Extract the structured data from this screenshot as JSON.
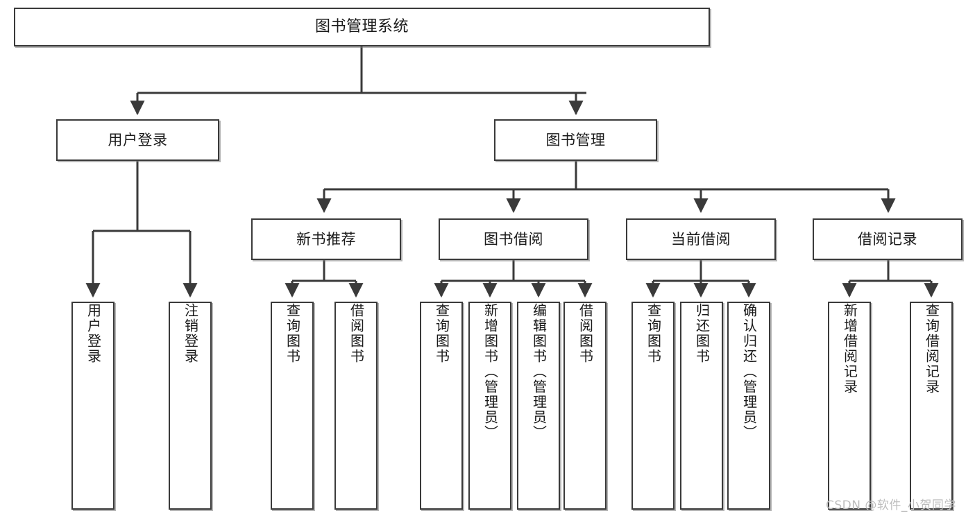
{
  "diagram": {
    "title": "图书管理系统",
    "type": "tree",
    "colors": {
      "stroke": "#3a3a3a",
      "fill": "#ffffff",
      "text": "#1a1a1a",
      "watermark": "#bdbdbd"
    },
    "root": {
      "label": "图书管理系统"
    },
    "level2": [
      {
        "label": "用户登录"
      },
      {
        "label": "图书管理"
      }
    ],
    "level3": [
      {
        "label": "新书推荐"
      },
      {
        "label": "图书借阅"
      },
      {
        "label": "当前借阅"
      },
      {
        "label": "借阅记录"
      }
    ],
    "leaves": {
      "user_login": [
        {
          "label": "用户登录"
        },
        {
          "label": "注销登录"
        }
      ],
      "new_book": [
        {
          "label": "查询图书"
        },
        {
          "label": "借阅图书"
        }
      ],
      "book_borrow": [
        {
          "label": "查询图书"
        },
        {
          "label": "新增图书（管理员）"
        },
        {
          "label": "编辑图书（管理员）"
        },
        {
          "label": "借阅图书"
        }
      ],
      "current_borrow": [
        {
          "label": "查询图书"
        },
        {
          "label": "归还图书"
        },
        {
          "label": "确认归还（管理员）"
        }
      ],
      "borrow_record": [
        {
          "label": "新增借阅记录"
        },
        {
          "label": "查询借阅记录"
        }
      ]
    },
    "watermark": "CSDN @软件_小贺同学"
  }
}
